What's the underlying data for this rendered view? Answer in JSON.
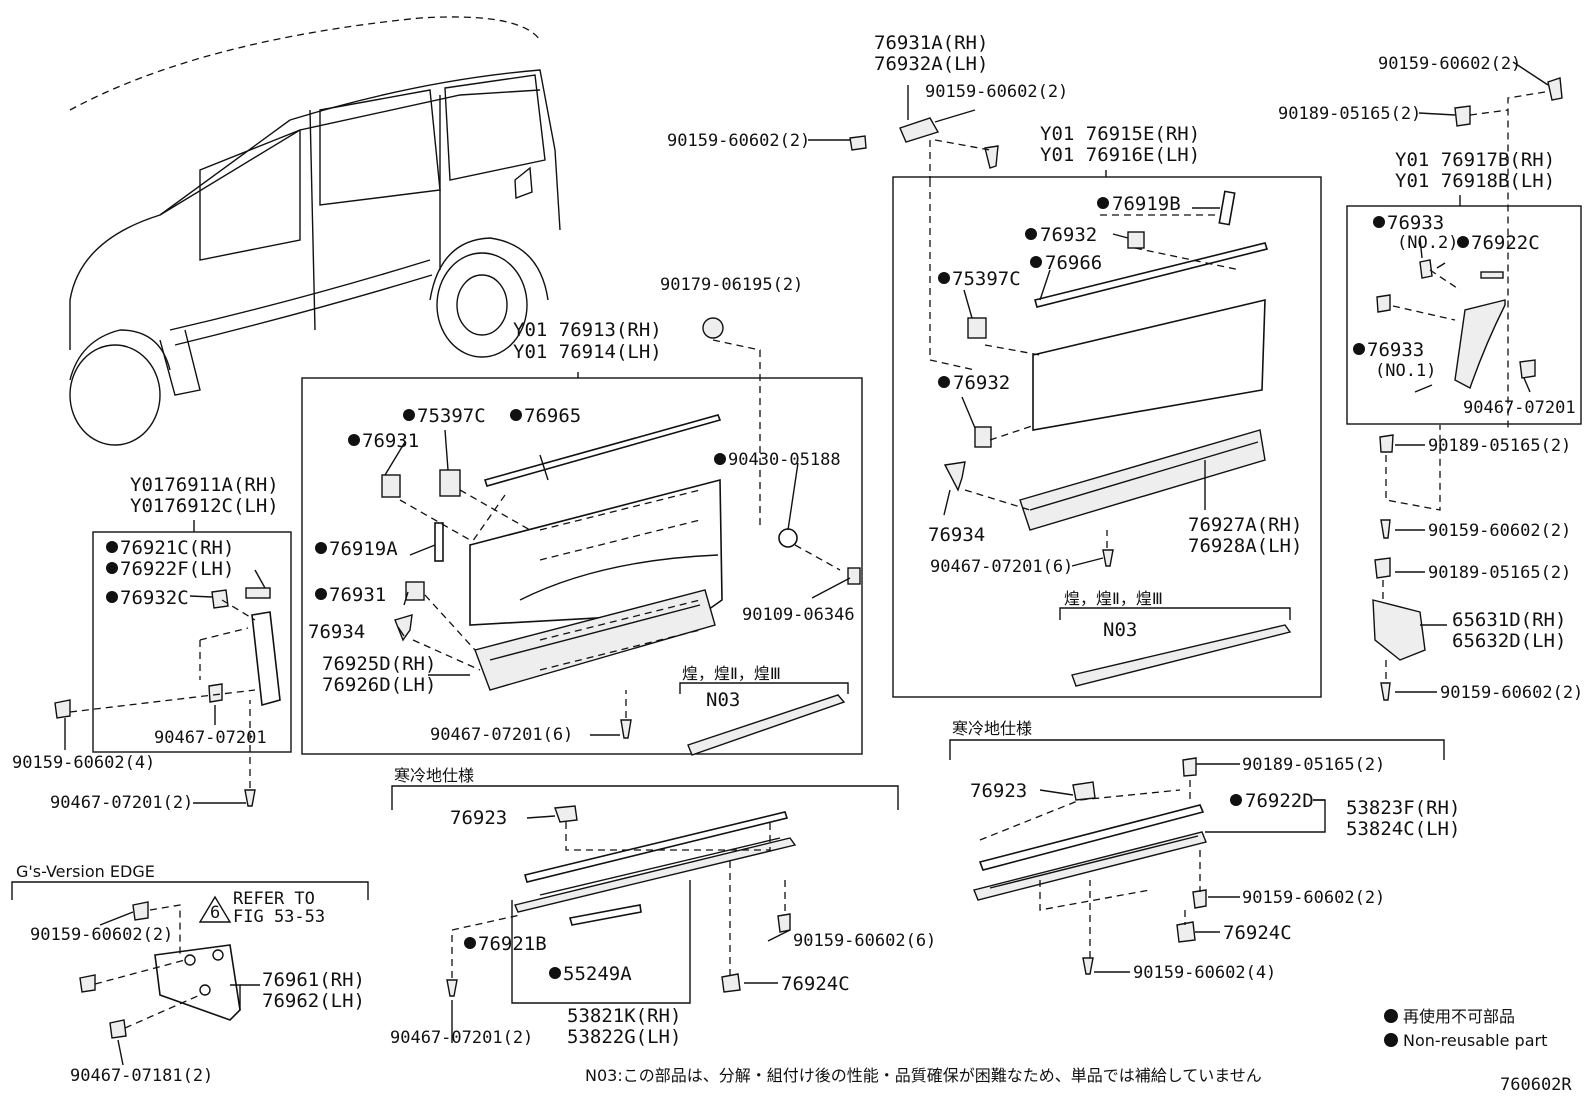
{
  "labels": {
    "p76931A": "76931A(RH)",
    "p76932A": "76932A(LH)",
    "p90159_top_center": "90159-60602(2)",
    "p90159_top_left": "90159-60602(2)",
    "p90159_top_right": "90159-60602(2)",
    "p90189_top_right": "90189-05165(2)",
    "p76915E": "Y01 76915E(RH)",
    "p76916E": "Y01 76916E(LH)",
    "p76917B": "Y01 76917B(RH)",
    "p76918B": "Y01 76918B(LH)",
    "p90179": "90179-06195(2)",
    "p76913": "Y01 76913(RH)",
    "p76914": "Y01 76914(LH)",
    "p76919B": "76919B",
    "p76932_r1": "76932",
    "p76966": "76966",
    "p75397C_r": "75397C",
    "p76932_r2": "76932",
    "p76933_no2": "76933",
    "no2": "(NO.2)",
    "p76922C": "76922C",
    "p76933_no1": "76933",
    "no1": "(NO.1)",
    "p90467_r": "90467-07201",
    "p90189_r1": "90189-05165(2)",
    "p90159_r1": "90159-60602(2)",
    "p90189_r2": "90189-05165(2)",
    "p65631D": "65631D(RH)",
    "p65632D": "65632D(LH)",
    "p90159_r2": "90159-60602(2)",
    "p75397C_m": "75397C",
    "p76965": "76965",
    "p76931_m1": "76931",
    "p90430": "90430-05188",
    "p76919A": "76919A",
    "p76931_m2": "76931",
    "p76934_m": "76934",
    "p76925D": "76925D(RH)",
    "p76926D": "76926D(LH)",
    "p90109": "90109-06346",
    "p90467_m": "90467-07201(6)",
    "p76934_r": "76934",
    "p90467_r6": "90467-07201(6)",
    "p76927A": "76927A(RH)",
    "p76928A": "76928A(LH)",
    "grade_r": "煌，煌Ⅱ，煌Ⅲ",
    "n03_r": "N03",
    "grade_m": "煌，煌Ⅱ，煌Ⅲ",
    "n03_m": "N03",
    "p76911A": "Y0176911A(RH)",
    "p76912C": "Y0176912C(LH)",
    "p76921C": "76921C(RH)",
    "p76922F": "76922F(LH)",
    "p76932C": "76932C",
    "p90467_l": "90467-07201",
    "p90159_l4": "90159-60602(4)",
    "p90467_l2": "90467-07201(2)",
    "cold_m": "寒冷地仕様",
    "cold_r": "寒冷地仕様",
    "p76923_m": "76923",
    "p76923_r": "76923",
    "p90189_br": "90189-05165(2)",
    "p76922D": "76922D",
    "p53823F": "53823F(RH)",
    "p53824C": "53824C(LH)",
    "p90159_br2": "90159-60602(2)",
    "p76924C_r": "76924C",
    "p90159_br4": "90159-60602(4)",
    "p76921B": "76921B",
    "p55249A": "55249A",
    "p90159_m6": "90159-60602(6)",
    "p76924C_m": "76924C",
    "p53821K": "53821K(RH)",
    "p53822G": "53822G(LH)",
    "p90467_bm": "90467-07201(2)",
    "gs_edge": "G's-Version EDGE",
    "refer1": "REFER TO",
    "refer2": "FIG 53-53",
    "refer_num": "6",
    "p90159_gs": "90159-60602(2)",
    "p76961": "76961(RH)",
    "p76962": "76962(LH)",
    "p90467_gs": "90467-07181(2)",
    "legend_jp": "再使用不可部品",
    "legend_en": "Non-reusable part",
    "note_n03": "N03:この部品は、分解・組付け後の性能・品質確保が困難なため、単品では補給していません",
    "fig_code": "760602R"
  }
}
